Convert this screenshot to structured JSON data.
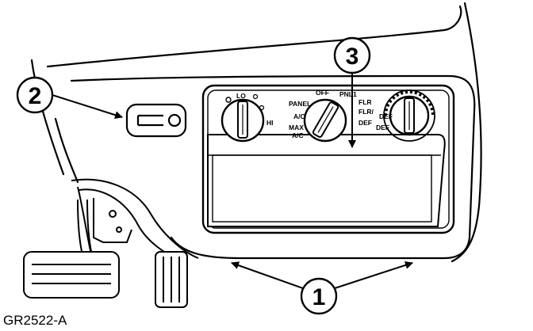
{
  "figure_id": "GR2522-A",
  "callouts": [
    {
      "number": "1",
      "target": "instrument panel trim finish panel"
    },
    {
      "number": "2",
      "target": "panel vent / fastener"
    },
    {
      "number": "3",
      "target": "climate control assembly"
    }
  ],
  "knobs": {
    "blower": {
      "lo": "LO",
      "hi": "HI"
    },
    "mode": {
      "off": "OFF",
      "panel": "PANEL",
      "ac": "A/C",
      "max": "MAX",
      "ac2": "A/C",
      "pnl1": "PNL1",
      "flr1": "FLR",
      "flr2": "FLR/",
      "def": "DEF"
    },
    "temperature": {
      "def1": "DEF",
      "def2": "DEF"
    }
  },
  "colors": {
    "ink": "#000000",
    "paper": "#ffffff"
  }
}
